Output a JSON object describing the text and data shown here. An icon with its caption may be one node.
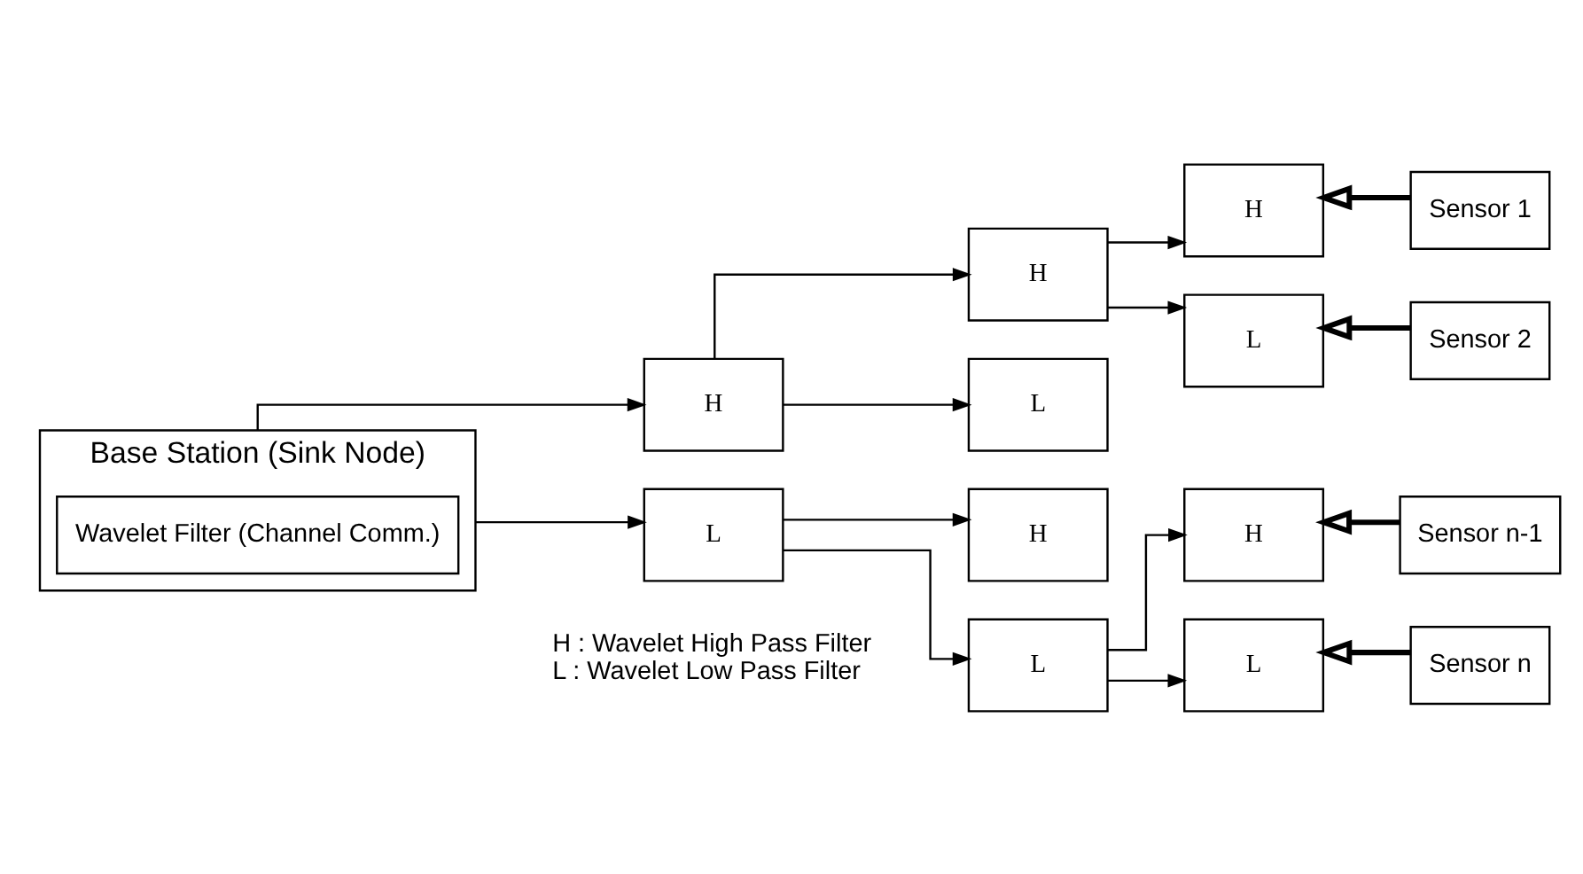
{
  "diagram": {
    "nodes": [
      {
        "text": [
          "Base Station (Sink Node)"
        ]
      },
      {
        "text": [
          "Wavelet Filter (Channel Comm.)"
        ],
        "in": 0
      },
      {
        "text": [
          "H"
        ]
      },
      {
        "text": [
          "L"
        ]
      },
      {
        "text": [
          "H"
        ]
      },
      {
        "text": [
          "L"
        ]
      },
      {
        "text": [
          "H"
        ]
      },
      {
        "text": [
          "L"
        ]
      },
      {
        "text": [
          "H"
        ]
      },
      {
        "text": [
          "L"
        ]
      },
      {
        "text": [
          "H"
        ]
      },
      {
        "text": [
          "L"
        ]
      },
      {
        "text": [
          "Sensor 1"
        ]
      },
      {
        "text": [
          "Sensor 2"
        ]
      },
      {
        "text": [
          "Sensor n-1"
        ]
      },
      {
        "text": [
          "Sensor n"
        ]
      }
    ],
    "edges": [
      {
        "from": 0,
        "to": 2,
        "arrow": "to"
      },
      {
        "from": 0,
        "to": 3,
        "arrow": "to"
      },
      {
        "from": 2,
        "to": 4,
        "arrow": "to"
      },
      {
        "from": 2,
        "to": 5,
        "arrow": "to"
      },
      {
        "from": 3,
        "to": 6,
        "arrow": "to"
      },
      {
        "from": 3,
        "to": 7,
        "arrow": "to"
      },
      {
        "from": 4,
        "to": 8,
        "arrow": "to"
      },
      {
        "from": 4,
        "to": 9,
        "arrow": "to"
      },
      {
        "from": 7,
        "to": 10,
        "arrow": "to"
      },
      {
        "from": 7,
        "to": 11,
        "arrow": "to"
      },
      {
        "from": 12,
        "to": 8,
        "arrow": "to",
        "style": "thick"
      },
      {
        "from": 13,
        "to": 9,
        "arrow": "to",
        "style": "thick"
      },
      {
        "from": 14,
        "to": 10,
        "arrow": "to",
        "style": "thick"
      },
      {
        "from": 15,
        "to": 11,
        "arrow": "to",
        "style": "thick"
      }
    ],
    "labels": [
      "H : Wavelet High Pass Filter",
      "L : Wavelet Low Pass Filter"
    ]
  }
}
